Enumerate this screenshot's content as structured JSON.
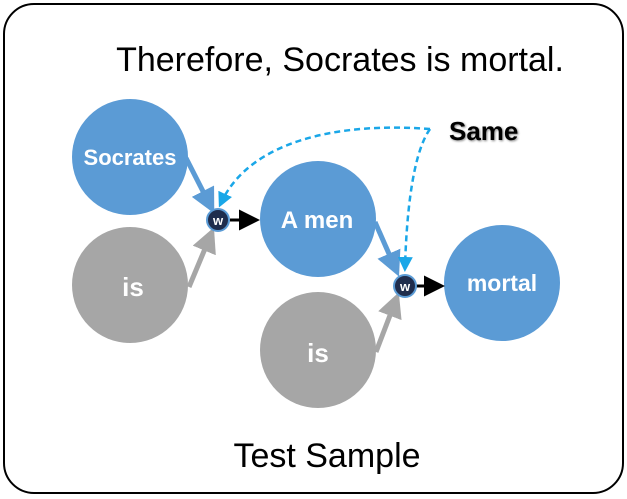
{
  "title": "Therefore, Socrates is mortal.",
  "caption": "Test Sample",
  "same_label": "Same",
  "colors": {
    "blue_node": "#5b9bd5",
    "gray_node": "#a6a6a6",
    "weight_node": "#1f2d4d",
    "dashed_arrow": "#1aa7e8",
    "arrow_black": "#000000"
  },
  "nodes": [
    {
      "id": "socrates",
      "label": "Socrates",
      "kind": "blue"
    },
    {
      "id": "is-1",
      "label": "is",
      "kind": "gray"
    },
    {
      "id": "a-men",
      "label": "A men",
      "kind": "blue"
    },
    {
      "id": "is-2",
      "label": "is",
      "kind": "gray"
    },
    {
      "id": "mortal",
      "label": "mortal",
      "kind": "blue"
    }
  ],
  "weights": [
    {
      "id": "w-1",
      "label": "w"
    },
    {
      "id": "w-2",
      "label": "w"
    }
  ]
}
